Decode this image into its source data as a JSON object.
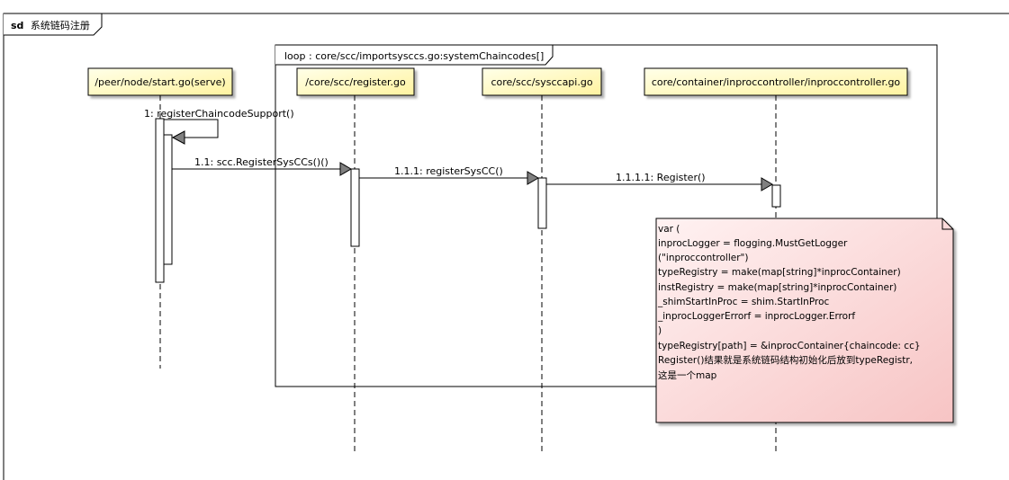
{
  "diagram": {
    "frame": {
      "keyword": "sd",
      "title": "系统链码注册"
    },
    "loop": {
      "label": "loop : core/scc/importsysccs.go:systemChaincodes[]"
    },
    "participants": [
      {
        "label": "/peer/node/start.go(serve)"
      },
      {
        "label": "/core/scc/register.go"
      },
      {
        "label": "core/scc/sysccapi.go"
      },
      {
        "label": "core/container/inproccontroller/inproccontroller.go"
      }
    ],
    "messages": [
      {
        "label": "1: registerChaincodeSupport()"
      },
      {
        "label": "1.1: scc.RegisterSysCCs()()"
      },
      {
        "label": "1.1.1: registerSysCC()"
      },
      {
        "label": "1.1.1.1: Register()"
      }
    ],
    "note": {
      "lines": [
        "var (",
        "inprocLogger       = flogging.MustGetLogger",
        "(\"inproccontroller\")",
        "typeRegistry       = make(map[string]*inprocContainer)",
        "instRegistry       = make(map[string]*inprocContainer)",
        "_shimStartInProc    = shim.StartInProc",
        "_inprocLoggerErrorf = inprocLogger.Errorf",
        ")",
        "typeRegistry[path] = &inprocContainer{chaincode: cc}",
        "Register()结果就是系统链码结构初始化后放到typeRegistr,",
        "这是一个map"
      ]
    },
    "colors": {
      "participant_fill": "#ffffcc",
      "participant_gradient_end": "#fff8b0",
      "note_fill_start": "#fff0f0",
      "note_fill_end": "#f8c8c8",
      "line": "#000000",
      "arrowhead": "#808080"
    }
  }
}
